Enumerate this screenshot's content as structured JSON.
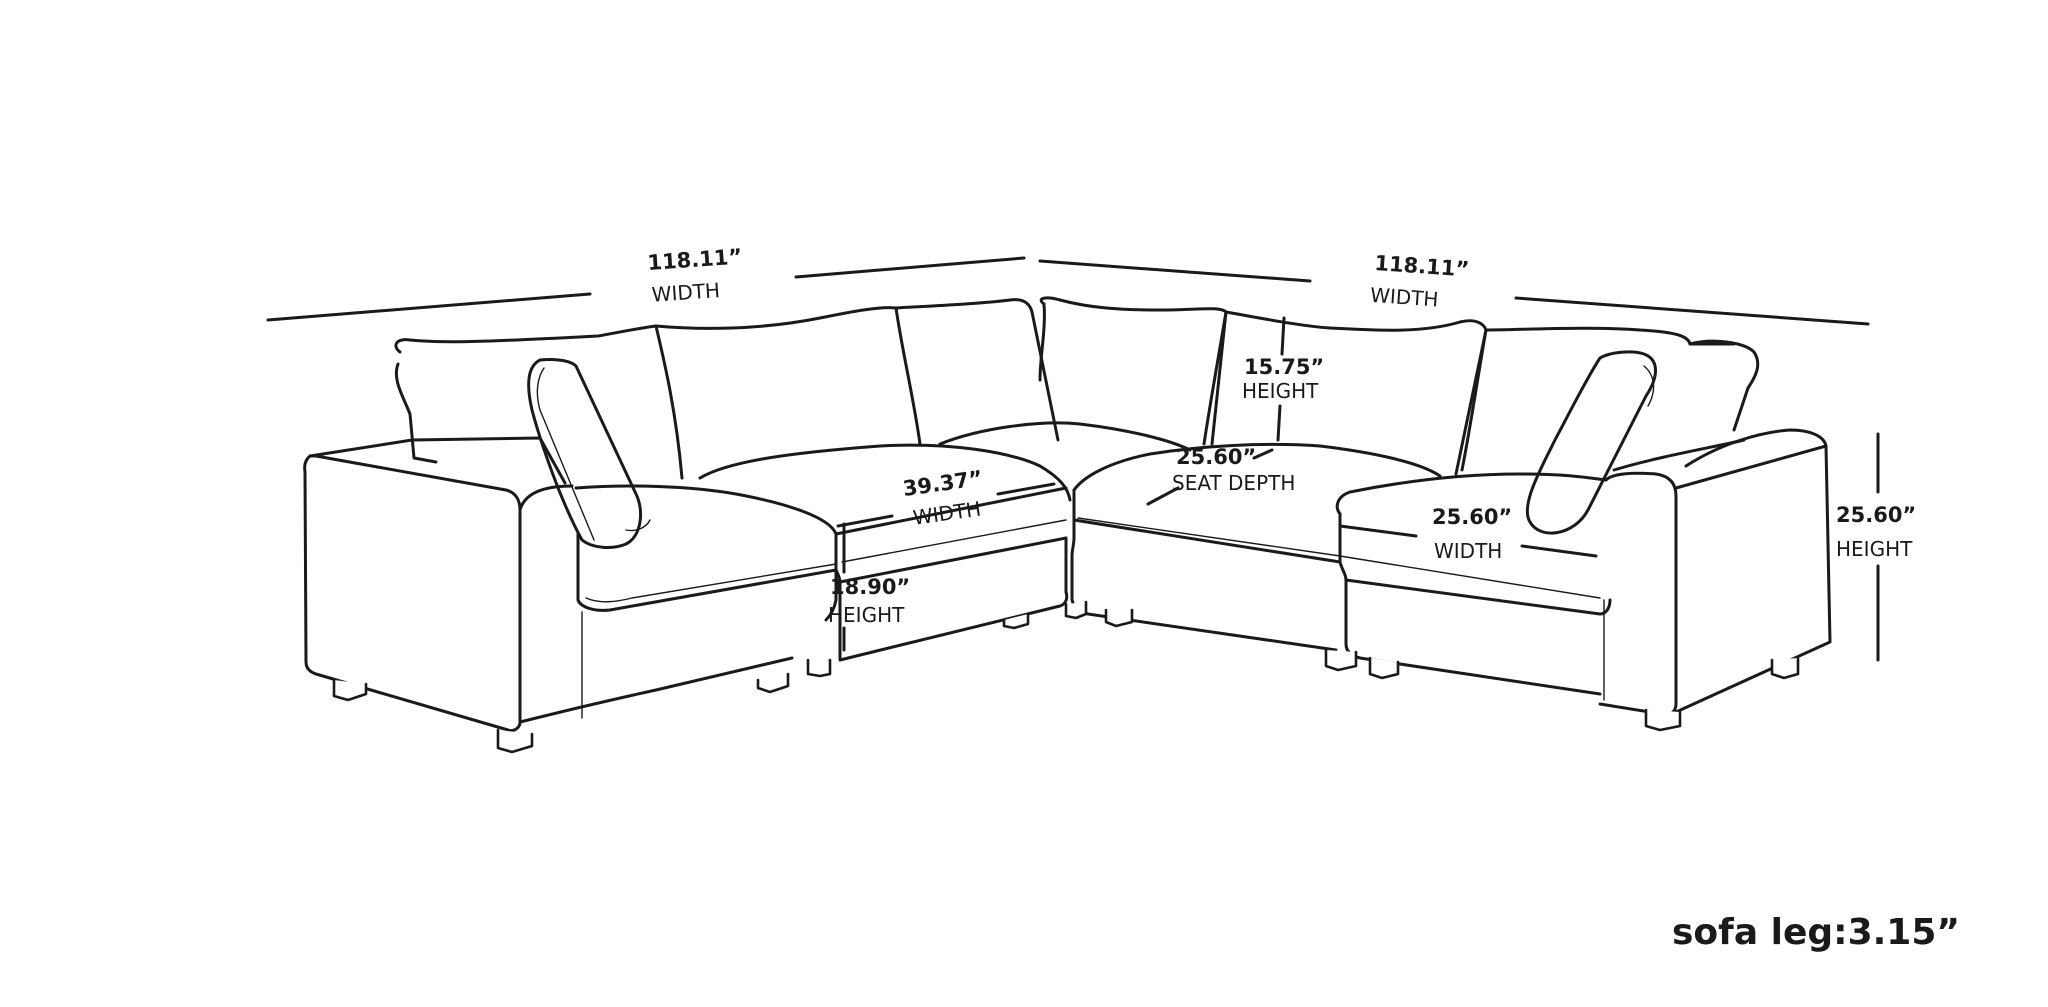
{
  "dimensions": {
    "left_width": {
      "value": "118.11”",
      "label": "WIDTH"
    },
    "right_width": {
      "value": "118.11”",
      "label": "WIDTH"
    },
    "back_height": {
      "value": "15.75”",
      "label": "HEIGHT"
    },
    "seat_depth": {
      "value": "25.60”",
      "label": "SEAT DEPTH"
    },
    "armless_width": {
      "value": "39.37”",
      "label": "WIDTH"
    },
    "seat_height": {
      "value": "18.90”",
      "label": "HEIGHT"
    },
    "corner_width": {
      "value": "25.60”",
      "label": "WIDTH"
    },
    "overall_height": {
      "value": "25.60”",
      "label": "HEIGHT"
    }
  },
  "sofa_leg_note": "sofa leg:3.15”"
}
